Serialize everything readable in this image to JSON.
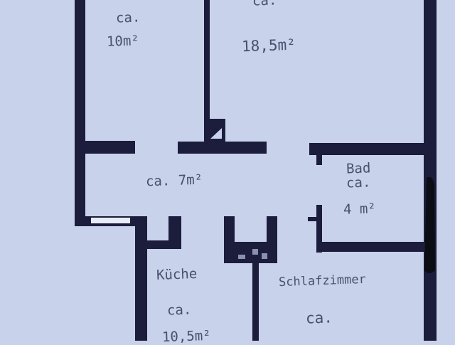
{
  "colors": {
    "paper": "#c8d2ea",
    "wall": "#1c1d3c",
    "ink": "#4a4f6e",
    "marker": "#0c0c14",
    "window": "#e8ecf6"
  },
  "rooms": [
    {
      "name": "room-top-left",
      "ca": "ca.",
      "area": "10m²"
    },
    {
      "name": "room-top-right",
      "ca": "ca.",
      "area": "18,5m²"
    },
    {
      "name": "hallway",
      "label": "ca. 7m²"
    },
    {
      "name": "bathroom",
      "title": "Bad",
      "ca": "ca.",
      "area": "4 m²"
    },
    {
      "name": "kitchen",
      "title": "Küche",
      "ca": "ca.",
      "area": "10,5m²"
    },
    {
      "name": "bedroom",
      "title": "Schlafzimmer",
      "ca": "ca."
    }
  ]
}
